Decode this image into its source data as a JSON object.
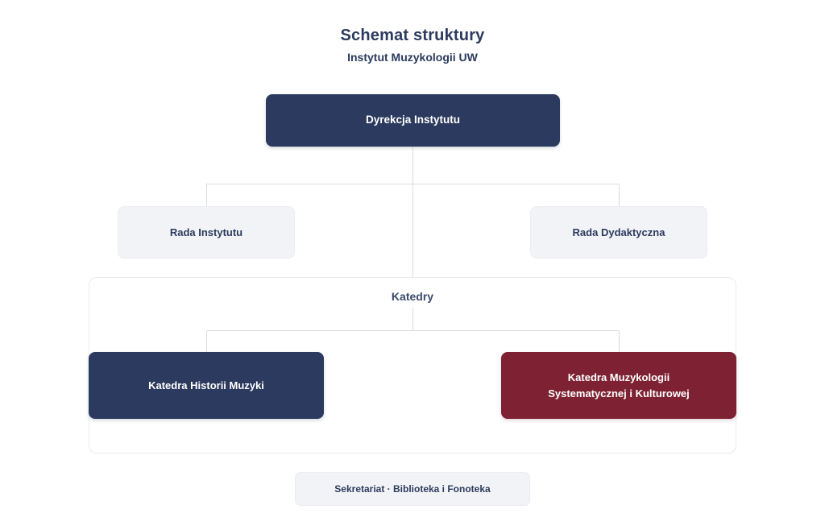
{
  "header": {
    "title": "Schemat struktury",
    "subtitle": "Instytut Muzykologii UW"
  },
  "chart_data": {
    "type": "org-chart",
    "nodes": {
      "dyrekcja": {
        "label": "Dyrekcja Instytutu",
        "style": "navy"
      },
      "rada_instytutu": {
        "label": "Rada Instytutu",
        "style": "light",
        "parent": "dyrekcja"
      },
      "rada_dydaktyczna": {
        "label": "Rada Dydaktyczna",
        "style": "light",
        "parent": "dyrekcja"
      },
      "katedry": {
        "label": "Katedry",
        "style": "group",
        "parent": "dyrekcja"
      },
      "katedra_historii": {
        "label": "Katedra Historii Muzyki",
        "style": "navy",
        "parent": "katedry"
      },
      "katedra_muzykologii": {
        "label": "Katedra Muzykologii Systematycznej i Kulturowej",
        "style": "maroon",
        "parent": "katedry"
      },
      "sekretariat": {
        "label": "Sekretariat · Biblioteka i Fonoteka",
        "style": "light"
      }
    }
  },
  "colors": {
    "navy": "#2b3a5e",
    "maroon": "#7e2233",
    "light_box": "#f2f3f6",
    "line": "#d9dce2",
    "text": "#2b3a5e",
    "background": "#ffffff"
  }
}
